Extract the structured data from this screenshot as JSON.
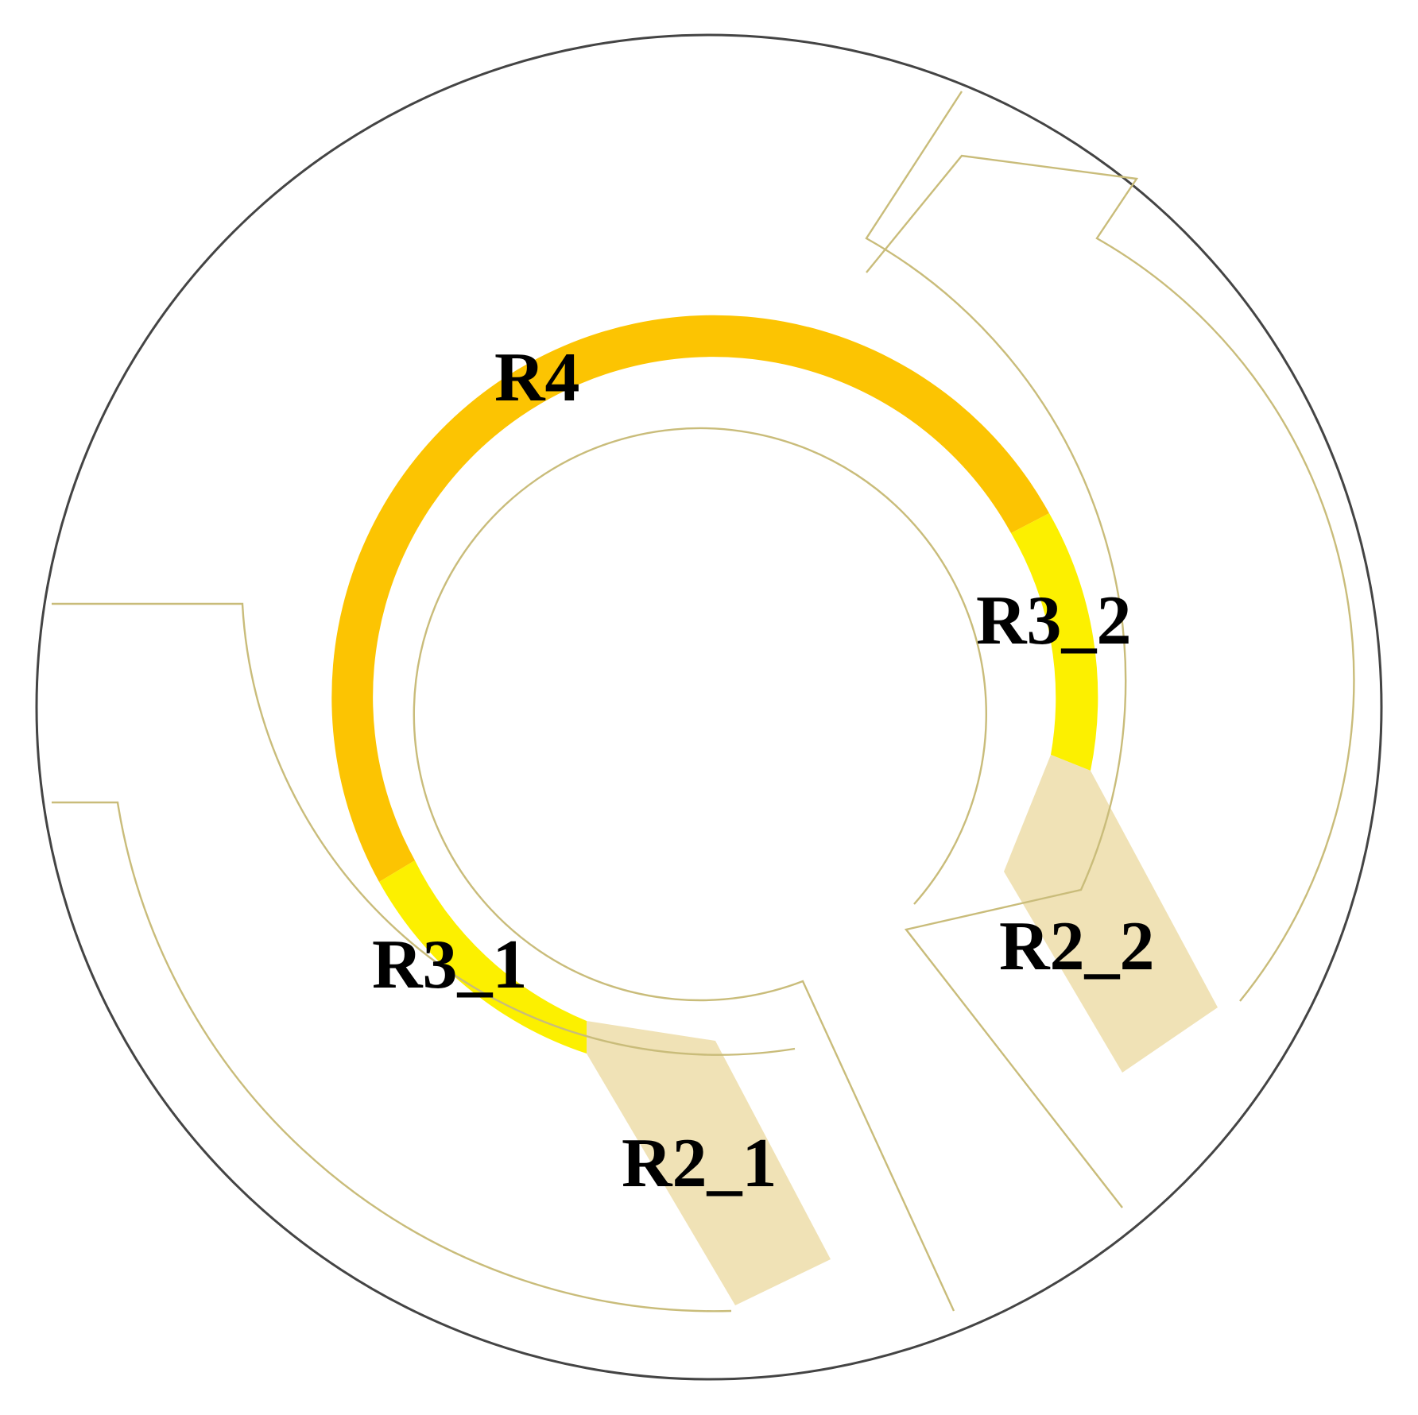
{
  "colors": {
    "boundary": "#444444",
    "outline": "#c9bc7a",
    "r4": "#fcc402",
    "r3": "#fcf000",
    "r2": "#f0e2b6",
    "background": "#ffffff"
  },
  "labels": {
    "r4": "R4",
    "r3_1": "R3_1",
    "r3_2": "R3_2",
    "r2_1": "R2_1",
    "r2_2": "R2_2"
  }
}
